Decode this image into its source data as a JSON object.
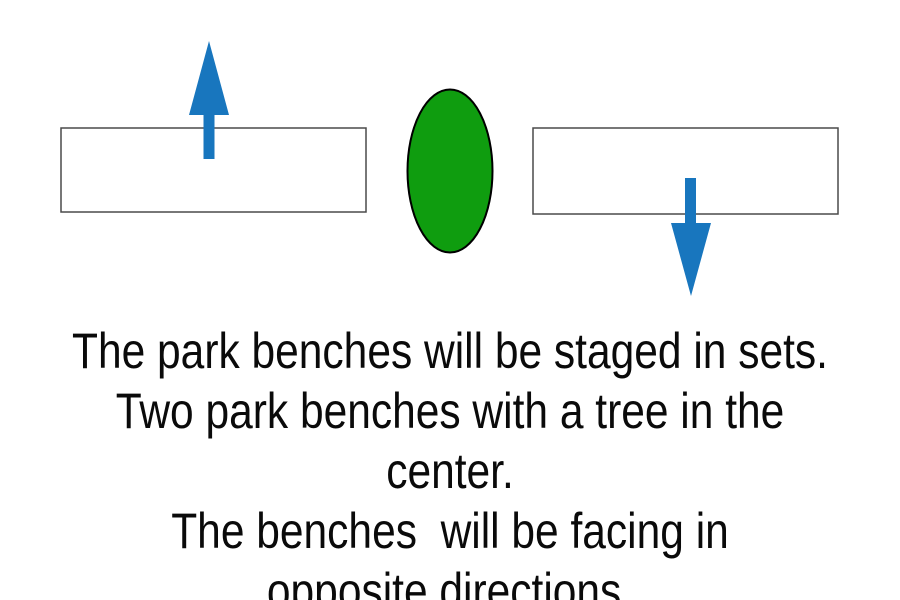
{
  "diagram": {
    "title": "park-bench-staging-diagram",
    "arrow_color": "#1876be",
    "tree_fill_color": "#0f9d0f",
    "tree_outline_color": "#000000",
    "bench_fill_color": "#ffffff",
    "bench_border_color": "#4a4a4a",
    "elements": {
      "left_bench": "bench rectangle facing up",
      "right_bench": "bench rectangle facing down",
      "tree": "green ellipse between benches",
      "up_arrow": "blue arrow pointing up from left bench",
      "down_arrow": "blue arrow pointing down from right bench"
    }
  },
  "caption": {
    "text_color": "#0a0a0a",
    "lines": [
      "The park benches will be staged in sets.",
      "Two park benches with a tree in the center.",
      "The benches  will be facing in",
      "opposite directions."
    ]
  }
}
